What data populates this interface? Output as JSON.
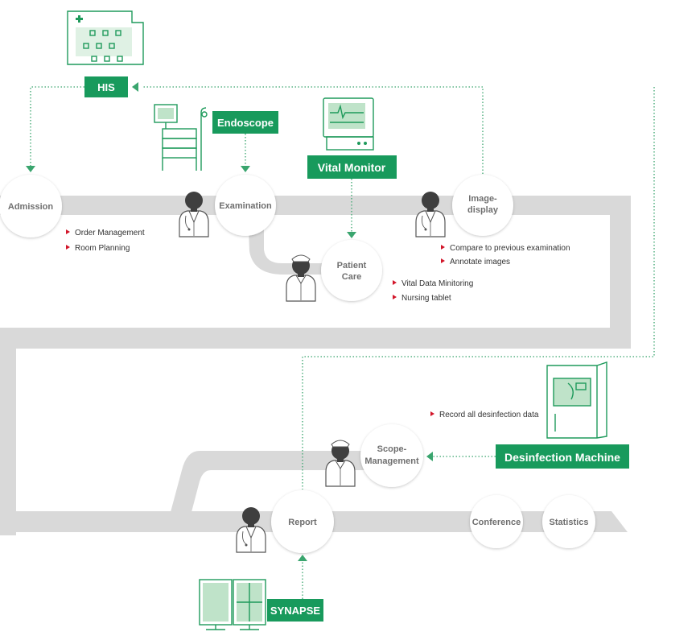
{
  "badges": {
    "his": "HIS",
    "endoscope": "Endoscope",
    "vital_monitor": "Vital Monitor",
    "desinfection_machine": "Desinfection Machine",
    "synapse": "SYNAPSE"
  },
  "nodes": {
    "admission": [
      "Admission"
    ],
    "examination": [
      "Examination"
    ],
    "patient_care": [
      "Patient",
      "Care"
    ],
    "image_display": [
      "Image-",
      "display"
    ],
    "scope_management": [
      "Scope-",
      "Management"
    ],
    "report": [
      "Report"
    ],
    "conference": [
      "Conference"
    ],
    "statistics": [
      "Statistics"
    ]
  },
  "bullets": {
    "admission": [
      "Order Management",
      "Room Planning"
    ],
    "patient_care": [
      "Vital Data Minitoring",
      "Nursing tablet"
    ],
    "image_display": [
      "Compare to previous examination",
      "Annotate images"
    ],
    "desinfection": [
      "Record all desinfection data"
    ]
  },
  "icons": {
    "hospital": "hospital-building-icon",
    "endoscope": "endoscopy-tower-icon",
    "vital_monitor": "vital-monitor-icon",
    "desinfection": "desinfection-cabinet-icon",
    "synapse": "workstation-monitors-icon",
    "doctor": "doctor-icon",
    "nurse": "nurse-icon"
  },
  "colors": {
    "accent_green": "#189a5c",
    "track_gray": "#d9d9d9",
    "bullet_red": "#d2162a"
  }
}
